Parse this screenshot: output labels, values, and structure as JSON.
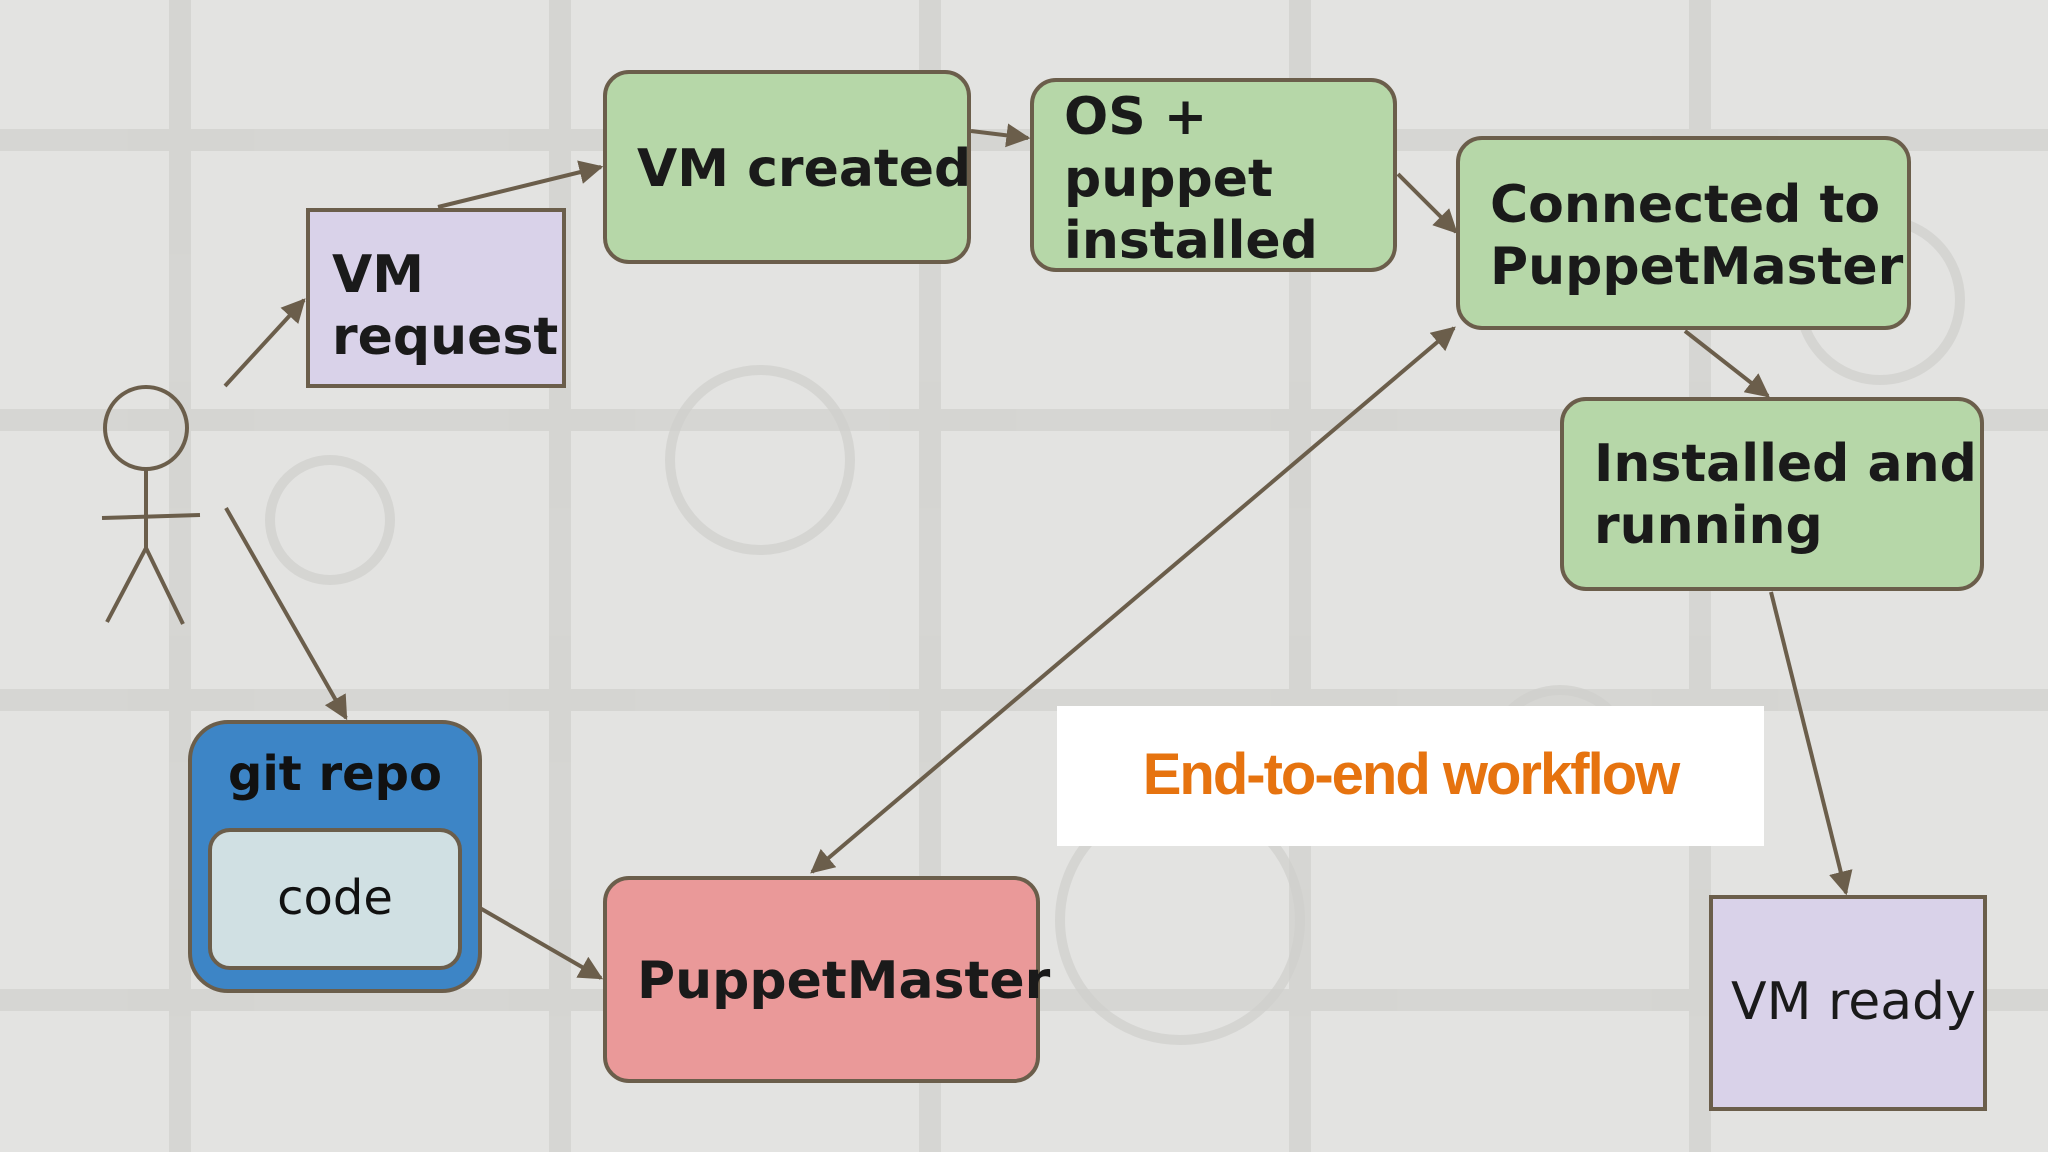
{
  "diagram": {
    "nodes": {
      "vm_request": "VM\nrequest",
      "vm_created": "VM created",
      "os_puppet": "OS +\npuppet\ninstalled",
      "connected": "Connected to\nPuppetMaster",
      "installed": "Installed and\nrunning",
      "puppetmaster": "PuppetMaster",
      "vm_ready": "VM ready",
      "git_repo": "git repo",
      "code": "code"
    },
    "title": "End-to-end workflow",
    "colors": {
      "step_fill": "#b6d7a8",
      "request_fill": "#d9d2e9",
      "master_fill": "#ea9999",
      "repo_fill": "#3d85c6",
      "code_fill": "#d0e0e3",
      "stroke": "#6b5e4b",
      "title": "#e6730f"
    },
    "edges": [
      {
        "from": "user",
        "to": "vm_request"
      },
      {
        "from": "vm_request",
        "to": "vm_created"
      },
      {
        "from": "vm_created",
        "to": "os_puppet"
      },
      {
        "from": "os_puppet",
        "to": "connected"
      },
      {
        "from": "puppetmaster",
        "to": "connected",
        "bidirectional": true
      },
      {
        "from": "connected",
        "to": "installed"
      },
      {
        "from": "installed",
        "to": "vm_ready"
      },
      {
        "from": "user",
        "to": "git_repo"
      },
      {
        "from": "code",
        "to": "puppetmaster"
      }
    ]
  }
}
